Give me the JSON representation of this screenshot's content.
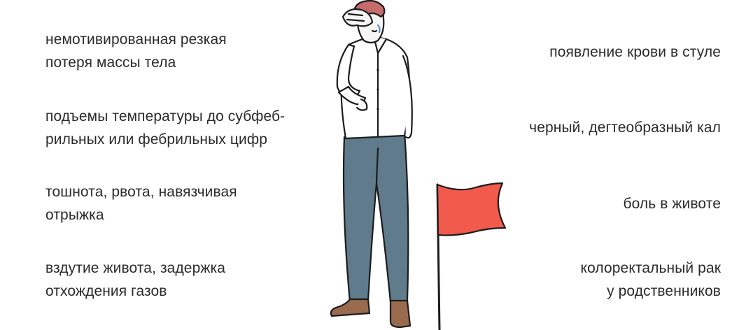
{
  "symptoms_left": [
    "немотивированная резкая\nпотеря массы тела",
    "подъемы температуры до субфеб-\nрильных или фебрильных цифр",
    "тошнота, рвота, навязчивая\nотрыжка",
    "вздутие живота, задержка\nотхождения газов"
  ],
  "symptoms_right": [
    "появление крови в стуле",
    "черный, дегтеобразный кал",
    "боль в животе",
    "колоректальный рак\nу родственников"
  ],
  "illustration": {
    "figure": "worried-man-illustration",
    "flag": "red-flag-icon",
    "colors": {
      "hair": "#c46b6b",
      "skin": "#f6f6f6",
      "shirt": "#ffffff",
      "pants": "#5f7b8c",
      "shoes": "#9a6a4e",
      "flag": "#f25a4c",
      "outline": "#1c1c1c"
    }
  }
}
